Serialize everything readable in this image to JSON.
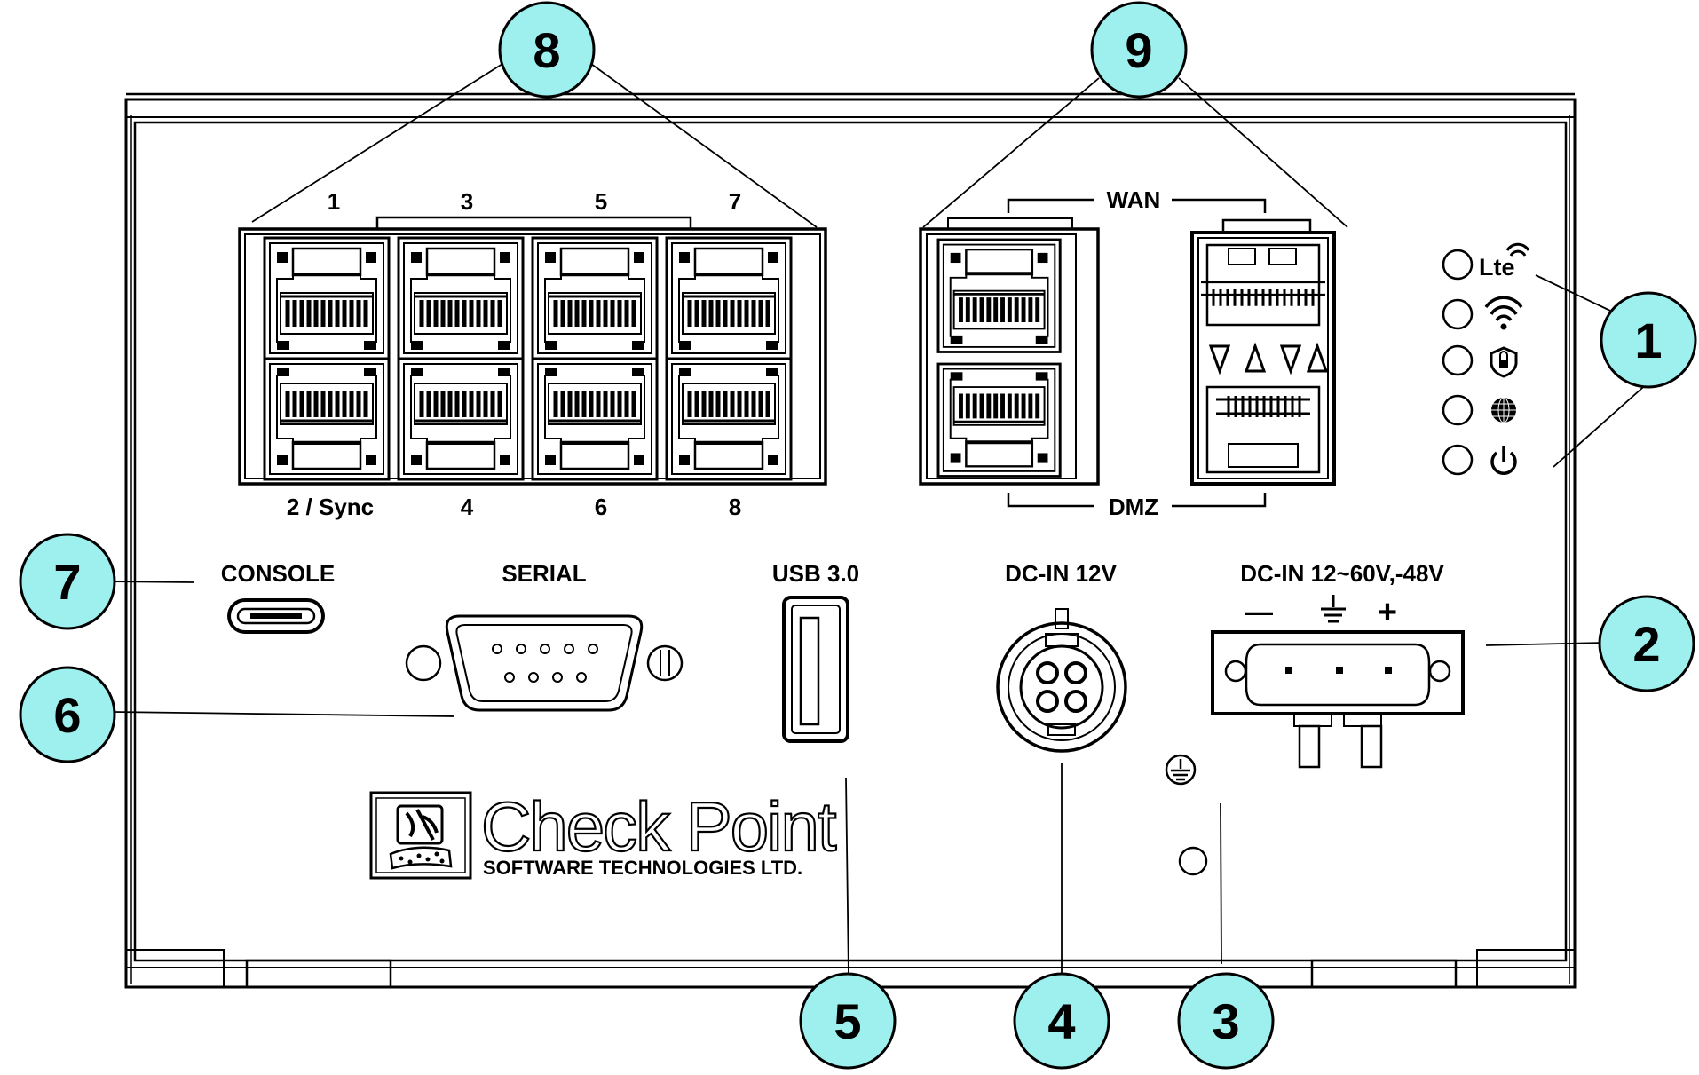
{
  "accent_color": "#9ef0ee",
  "lan_labels_top": [
    "1",
    "3",
    "5",
    "7"
  ],
  "lan_labels_bottom": [
    "2 / Sync",
    "4",
    "6",
    "8"
  ],
  "wan_label": "WAN",
  "dmz_label": "DMZ",
  "led_labels": {
    "lte": "Lte"
  },
  "led_icons": [
    "lte-wifi-icon",
    "wifi-icon",
    "shield-icon",
    "globe-icon",
    "power-icon"
  ],
  "port_labels": {
    "console": "CONSOLE",
    "serial": "SERIAL",
    "usb": "USB 3.0",
    "dc_in_12v": "DC-IN 12V",
    "dc_in_terminal": "DC-IN 12~60V,-48V",
    "polarity_minus": "—",
    "polarity_plus": "+"
  },
  "brand": {
    "name": "Check Point",
    "subtitle": "SOFTWARE TECHNOLOGIES LTD."
  },
  "callouts": [
    "1",
    "2",
    "3",
    "4",
    "5",
    "6",
    "7",
    "8",
    "9"
  ]
}
